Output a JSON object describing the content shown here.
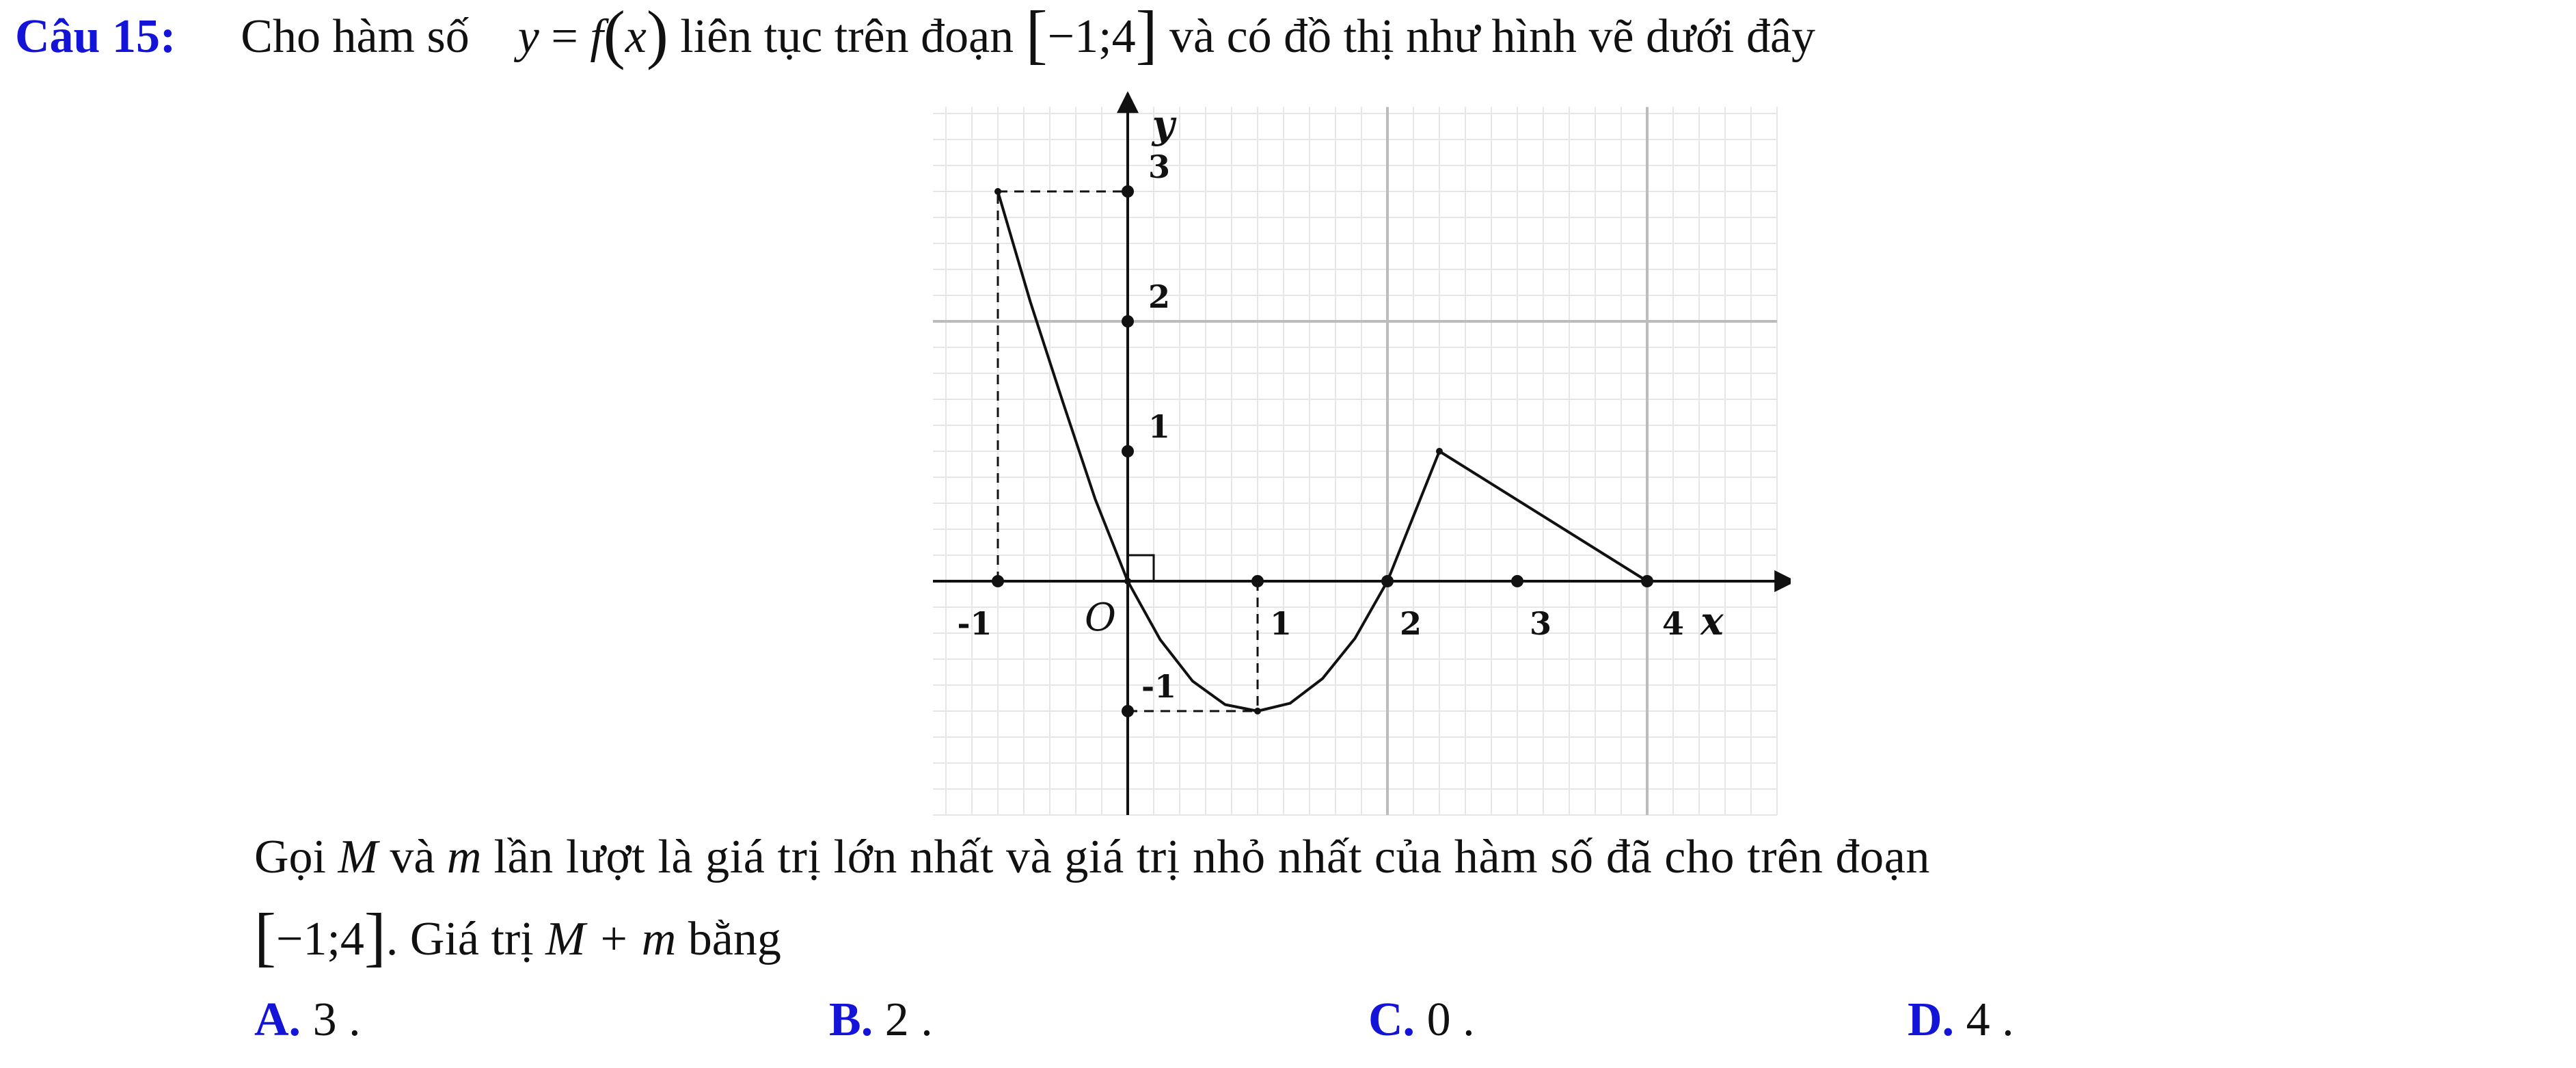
{
  "question": {
    "number": "Câu 15:",
    "stem_lead": "Cho hàm số",
    "func_y": "y",
    "func_eq": " = ",
    "func_f": "f",
    "func_open": "(",
    "func_x": "x",
    "func_close": ")",
    "stem_mid": " liên tục trên đoạn ",
    "interval_open": "[",
    "interval_body": "−1;4",
    "interval_close": "]",
    "stem_end": " và có đồ thị như hình vẽ dưới đây",
    "body_l1_a": "Gọi ",
    "body_M": "M",
    "body_l1_b": "  và ",
    "body_m": "m",
    "body_l1_c": "  lần lượt là giá trị lớn nhất và giá trị nhỏ nhất của hàm số đã cho trên đoạn",
    "body_l2_open": "[",
    "body_l2_interval": "−1;4",
    "body_l2_close": "]",
    "body_l2_a": ". Giá trị ",
    "body_l2_expr": "M + m",
    "body_l2_b": "  bằng"
  },
  "options": [
    {
      "letter": "A.",
      "value": " 3 ."
    },
    {
      "letter": "B.",
      "value": " 2 ."
    },
    {
      "letter": "C.",
      "value": " 0 ."
    },
    {
      "letter": "D.",
      "value": " 4 ."
    }
  ],
  "colors": {
    "question_accent": "#1414d8",
    "grid_minor": "#e6e6e6",
    "grid_major": "#bcbcbc",
    "curve": "#111111"
  },
  "chart_data": {
    "type": "line",
    "xlim": [
      -1.5,
      5.0
    ],
    "ylim": [
      -1.8,
      3.65
    ],
    "grid": true,
    "x_axis_label": "x",
    "y_axis_label": "y",
    "origin_label": "O",
    "x_ticks": [
      {
        "value": -1,
        "label": "-1"
      },
      {
        "value": 1,
        "label": "1"
      },
      {
        "value": 2,
        "label": "2"
      },
      {
        "value": 3,
        "label": "3"
      },
      {
        "value": 4,
        "label": "4"
      }
    ],
    "y_ticks": [
      {
        "value": 1,
        "label": "1"
      },
      {
        "value": 2,
        "label": "2"
      },
      {
        "value": 3,
        "label": "3"
      },
      {
        "value": -1,
        "label": "-1"
      }
    ],
    "series": [
      {
        "x": [
          -1,
          -0.75,
          -0.5,
          -0.25,
          0,
          0.25,
          0.5,
          0.75,
          1,
          1.25,
          1.5,
          1.75,
          2,
          2.2,
          2.4,
          4
        ],
        "y": [
          3,
          2.15,
          1.38,
          0.63,
          0,
          -0.45,
          -0.77,
          -0.95,
          -1,
          -0.94,
          -0.75,
          -0.44,
          0,
          0.5,
          1,
          0
        ]
      }
    ],
    "key_points": [
      {
        "x": -1,
        "y": 3
      },
      {
        "x": 1,
        "y": -1
      },
      {
        "x": 0,
        "y": 0
      },
      {
        "x": 2,
        "y": 0
      },
      {
        "x": 2.4,
        "y": 1
      },
      {
        "x": 4,
        "y": 0
      }
    ],
    "axis_dots": [
      {
        "x": -1,
        "y": 0
      },
      {
        "x": 1,
        "y": 0
      },
      {
        "x": 2,
        "y": 0
      },
      {
        "x": 3,
        "y": 0
      },
      {
        "x": 4,
        "y": 0
      },
      {
        "x": 0,
        "y": 1
      },
      {
        "x": 0,
        "y": 2
      },
      {
        "x": 0,
        "y": 3
      },
      {
        "x": 0,
        "y": -1
      }
    ],
    "guides": [
      {
        "from": [
          -1,
          0
        ],
        "to": [
          -1,
          3
        ]
      },
      {
        "from": [
          -1,
          3
        ],
        "to": [
          0,
          3
        ]
      },
      {
        "from": [
          1,
          0
        ],
        "to": [
          1,
          -1
        ]
      },
      {
        "from": [
          0,
          -1
        ],
        "to": [
          1,
          -1
        ]
      }
    ],
    "major_grid_x": [
      2,
      4
    ],
    "major_grid_y": [
      2
    ]
  }
}
